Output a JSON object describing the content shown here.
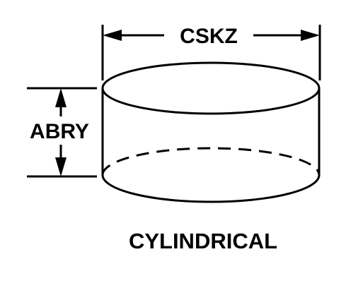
{
  "diagram": {
    "caption": "CYLINDRICAL",
    "width_label": "CSKZ",
    "height_label": "ABRY",
    "stroke_color": "#000000",
    "background_color": "#ffffff"
  }
}
